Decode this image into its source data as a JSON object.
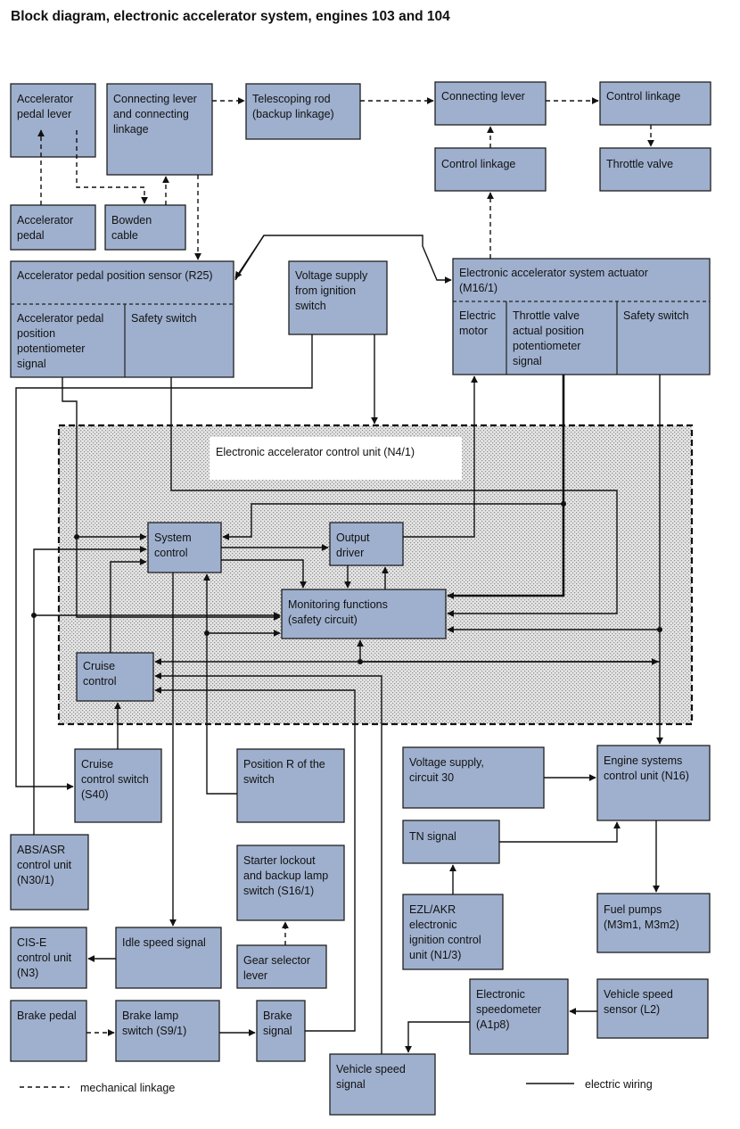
{
  "title": "Block diagram, electronic accelerator system, engines 103 and 104",
  "blocks": {
    "accel_lever": [
      "Accelerator",
      "pedal lever"
    ],
    "conn_lever_linkage": [
      "Connecting lever",
      "and connecting",
      "linkage"
    ],
    "telescoping_rod": [
      "Telescoping rod",
      "(backup linkage)"
    ],
    "connecting_lever": [
      "Connecting lever"
    ],
    "control_linkage_top": [
      "Control linkage"
    ],
    "control_linkage_mid": [
      "Control linkage"
    ],
    "throttle_valve": [
      "Throttle valve"
    ],
    "accel_pedal": [
      "Accelerator",
      "pedal"
    ],
    "bowden": [
      "Bowden",
      "cable"
    ],
    "aps_title": [
      "Accelerator pedal position sensor (R25)"
    ],
    "aps_pot": [
      "Accelerator pedal",
      "position",
      "potentiometer",
      "signal"
    ],
    "aps_safety": [
      "Safety switch"
    ],
    "voltage_ign": [
      "Voltage supply",
      "from ignition",
      "switch"
    ],
    "actuator_title": [
      "Electronic accelerator system actuator",
      "(M16/1)"
    ],
    "act_motor": [
      "Electric",
      "motor"
    ],
    "act_tv": [
      "Throttle valve",
      "actual position",
      "potentiometer",
      "signal"
    ],
    "act_safety": [
      "Safety switch"
    ],
    "control_unit_label": [
      "Electronic accelerator control unit (N4/1)"
    ],
    "system_control": [
      "System",
      "control"
    ],
    "output_driver": [
      "Output",
      "driver"
    ],
    "monitoring": [
      "Monitoring functions",
      "(safety circuit)"
    ],
    "cruise_control": [
      "Cruise",
      "control"
    ],
    "cruise_switch": [
      "Cruise",
      "control switch",
      "(S40)"
    ],
    "position_r": [
      "Position R of the",
      "switch"
    ],
    "voltage_30": [
      "Voltage supply,",
      "circuit 30"
    ],
    "engine_cu": [
      "Engine systems",
      "control unit (N16)"
    ],
    "abs_asr": [
      "ABS/ASR",
      "control unit",
      "(N30/1)"
    ],
    "starter_lockout": [
      "Starter lockout",
      "and backup lamp",
      "switch (S16/1)"
    ],
    "tn_signal": [
      "TN signal"
    ],
    "ezl": [
      "EZL/AKR",
      "electronic",
      "ignition control",
      "unit (N1/3)"
    ],
    "fuel_pumps": [
      "Fuel pumps",
      "(M3m1, M3m2)"
    ],
    "cis_e": [
      "CIS-E",
      "control unit",
      "(N3)"
    ],
    "idle_speed": [
      "Idle speed signal"
    ],
    "gear_selector": [
      "Gear selector",
      "lever"
    ],
    "brake_pedal": [
      "Brake pedal"
    ],
    "brake_lamp": [
      "Brake lamp",
      "switch (S9/1)"
    ],
    "brake_signal": [
      "Brake",
      "signal"
    ],
    "e_speedo": [
      "Electronic",
      "speedometer",
      "(A1p8)"
    ],
    "vs_sensor": [
      "Vehicle speed",
      "sensor (L2)"
    ],
    "vs_signal": [
      "Vehicle speed",
      "signal"
    ]
  },
  "legend": {
    "mechanical": "mechanical linkage",
    "electric": "electric wiring"
  }
}
